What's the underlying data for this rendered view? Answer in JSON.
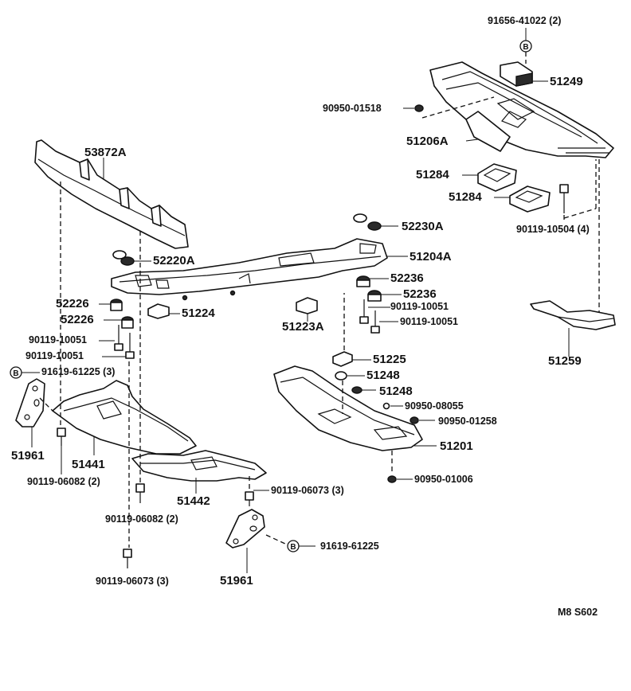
{
  "labels": {
    "p91656_41022": "91656-41022 (2)",
    "p51249": "51249",
    "p90950_01518": "90950-01518",
    "p51206A": "51206A",
    "p51284_a": "51284",
    "p51284_b": "51284",
    "p90119_10504": "90119-10504 (4)",
    "p53872A": "53872A",
    "p52230A": "52230A",
    "p52220A": "52220A",
    "p51204A": "51204A",
    "p52236_a": "52236",
    "p52236_b": "52236",
    "p90119_10051_r1": "90119-10051",
    "p90119_10051_r2": "90119-10051",
    "p52226_a": "52226",
    "p52226_b": "52226",
    "p51224": "51224",
    "p51223A": "51223A",
    "p90119_10051_l1": "90119-10051",
    "p90119_10051_l2": "90119-10051",
    "p51225": "51225",
    "p51259": "51259",
    "p91619_61225_3": "91619-61225 (3)",
    "p51248_a": "51248",
    "p51248_b": "51248",
    "p90950_08055": "90950-08055",
    "p90950_01258": "90950-01258",
    "p51201": "51201",
    "p51961_left": "51961",
    "p51441": "51441",
    "p90119_06082_a": "90119-06082 (2)",
    "p90950_01006": "90950-01006",
    "p90119_06073_a": "90119-06073 (3)",
    "p51442": "51442",
    "p90119_06082_b": "90119-06082 (2)",
    "p91619_61225": "91619-61225",
    "p90119_06073_b": "90119-06073 (3)",
    "p51961_bottom": "51961",
    "footer_code": "M8  S602"
  },
  "markers": {
    "ref_letter": "B"
  }
}
